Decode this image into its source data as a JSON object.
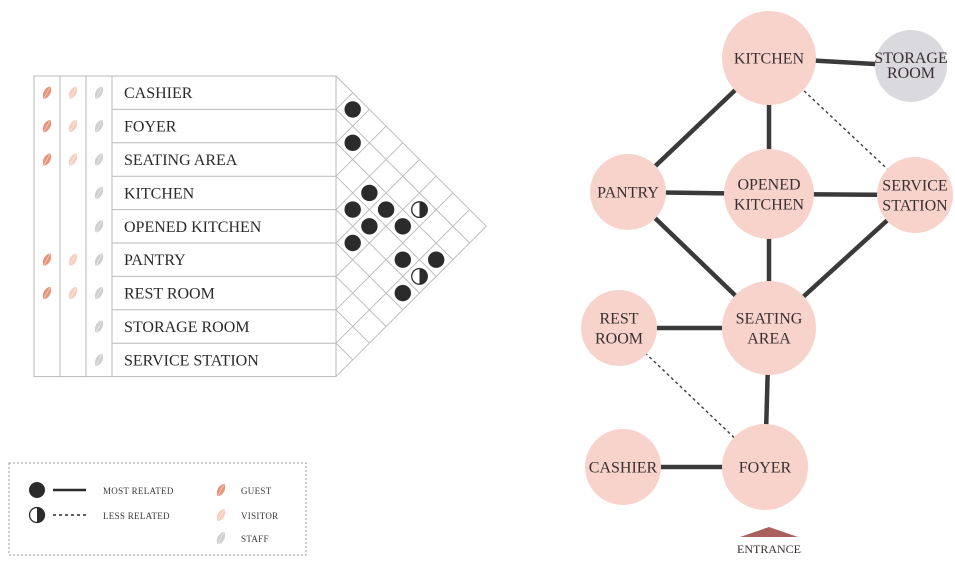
{
  "matrix": {
    "rooms": [
      {
        "label": "CASHIER",
        "guest": true,
        "visitor": true,
        "staff": true
      },
      {
        "label": "FOYER",
        "guest": true,
        "visitor": true,
        "staff": true
      },
      {
        "label": "SEATING AREA",
        "guest": true,
        "visitor": true,
        "staff": true
      },
      {
        "label": "KITCHEN",
        "guest": false,
        "visitor": false,
        "staff": true
      },
      {
        "label": "OPENED KITCHEN",
        "guest": false,
        "visitor": false,
        "staff": true
      },
      {
        "label": "PANTRY",
        "guest": true,
        "visitor": true,
        "staff": true
      },
      {
        "label": "REST ROOM",
        "guest": true,
        "visitor": true,
        "staff": true
      },
      {
        "label": "STORAGE ROOM",
        "guest": false,
        "visitor": false,
        "staff": true
      },
      {
        "label": "SERVICE STATION",
        "guest": false,
        "visitor": false,
        "staff": true
      }
    ],
    "relations": [
      {
        "a": "CASHIER",
        "b": "FOYER",
        "type": "most"
      },
      {
        "a": "FOYER",
        "b": "SEATING AREA",
        "type": "most"
      },
      {
        "a": "KITCHEN",
        "b": "OPENED KITCHEN",
        "type": "most"
      },
      {
        "a": "SEATING AREA",
        "b": "OPENED KITCHEN",
        "type": "most"
      },
      {
        "a": "SEATING AREA",
        "b": "PANTRY",
        "type": "most"
      },
      {
        "a": "KITCHEN",
        "b": "PANTRY",
        "type": "most"
      },
      {
        "a": "OPENED KITCHEN",
        "b": "PANTRY",
        "type": "most"
      },
      {
        "a": "FOYER",
        "b": "REST ROOM",
        "type": "less"
      },
      {
        "a": "SEATING AREA",
        "b": "REST ROOM",
        "type": "most"
      },
      {
        "a": "KITCHEN",
        "b": "STORAGE ROOM",
        "type": "most"
      },
      {
        "a": "OPENED KITCHEN",
        "b": "SERVICE STATION",
        "type": "most"
      },
      {
        "a": "KITCHEN",
        "b": "SERVICE STATION",
        "type": "less"
      },
      {
        "a": "SEATING AREA",
        "b": "SERVICE STATION",
        "type": "most"
      }
    ]
  },
  "legend": {
    "most_related": "MOST RELATED",
    "less_related": "LESS RELATED",
    "guest": "GUEST",
    "visitor": "VISITOR",
    "staff": "STAFF"
  },
  "colors": {
    "guest": "#e8937a",
    "visitor": "#f6cdbf",
    "staff": "#cfcfcf",
    "node": "#f7d3cb",
    "storage_node": "#d9d9de",
    "edge": "#3a3a3a",
    "entrance": "#a8615c",
    "grid": "#b9b9b9"
  },
  "graph": {
    "nodes": [
      {
        "id": "kitchen",
        "lines": [
          "KITCHEN"
        ],
        "kind": "pink"
      },
      {
        "id": "storage",
        "lines": [
          "STORAGE",
          "ROOM"
        ],
        "kind": "gray"
      },
      {
        "id": "pantry",
        "lines": [
          "PANTRY"
        ],
        "kind": "pink"
      },
      {
        "id": "opened",
        "lines": [
          "OPENED",
          "KITCHEN"
        ],
        "kind": "pink"
      },
      {
        "id": "service",
        "lines": [
          "SERVICE",
          "STATION"
        ],
        "kind": "pink"
      },
      {
        "id": "restroom",
        "lines": [
          "REST",
          "ROOM"
        ],
        "kind": "pink"
      },
      {
        "id": "seating",
        "lines": [
          "SEATING",
          "AREA"
        ],
        "kind": "pink"
      },
      {
        "id": "cashier",
        "lines": [
          "CASHIER"
        ],
        "kind": "pink"
      },
      {
        "id": "foyer",
        "lines": [
          "FOYER"
        ],
        "kind": "pink"
      }
    ],
    "edges": [
      {
        "from": "kitchen",
        "to": "storage",
        "style": "solid"
      },
      {
        "from": "kitchen",
        "to": "pantry",
        "style": "solid"
      },
      {
        "from": "kitchen",
        "to": "opened",
        "style": "solid"
      },
      {
        "from": "kitchen",
        "to": "service",
        "style": "dashed"
      },
      {
        "from": "pantry",
        "to": "opened",
        "style": "solid"
      },
      {
        "from": "opened",
        "to": "service",
        "style": "solid"
      },
      {
        "from": "pantry",
        "to": "seating",
        "style": "solid"
      },
      {
        "from": "opened",
        "to": "seating",
        "style": "solid"
      },
      {
        "from": "service",
        "to": "seating",
        "style": "solid"
      },
      {
        "from": "restroom",
        "to": "seating",
        "style": "solid"
      },
      {
        "from": "restroom",
        "to": "foyer",
        "style": "dashed"
      },
      {
        "from": "seating",
        "to": "foyer",
        "style": "solid"
      },
      {
        "from": "cashier",
        "to": "foyer",
        "style": "solid"
      }
    ],
    "entrance_label": "ENTRANCE"
  }
}
